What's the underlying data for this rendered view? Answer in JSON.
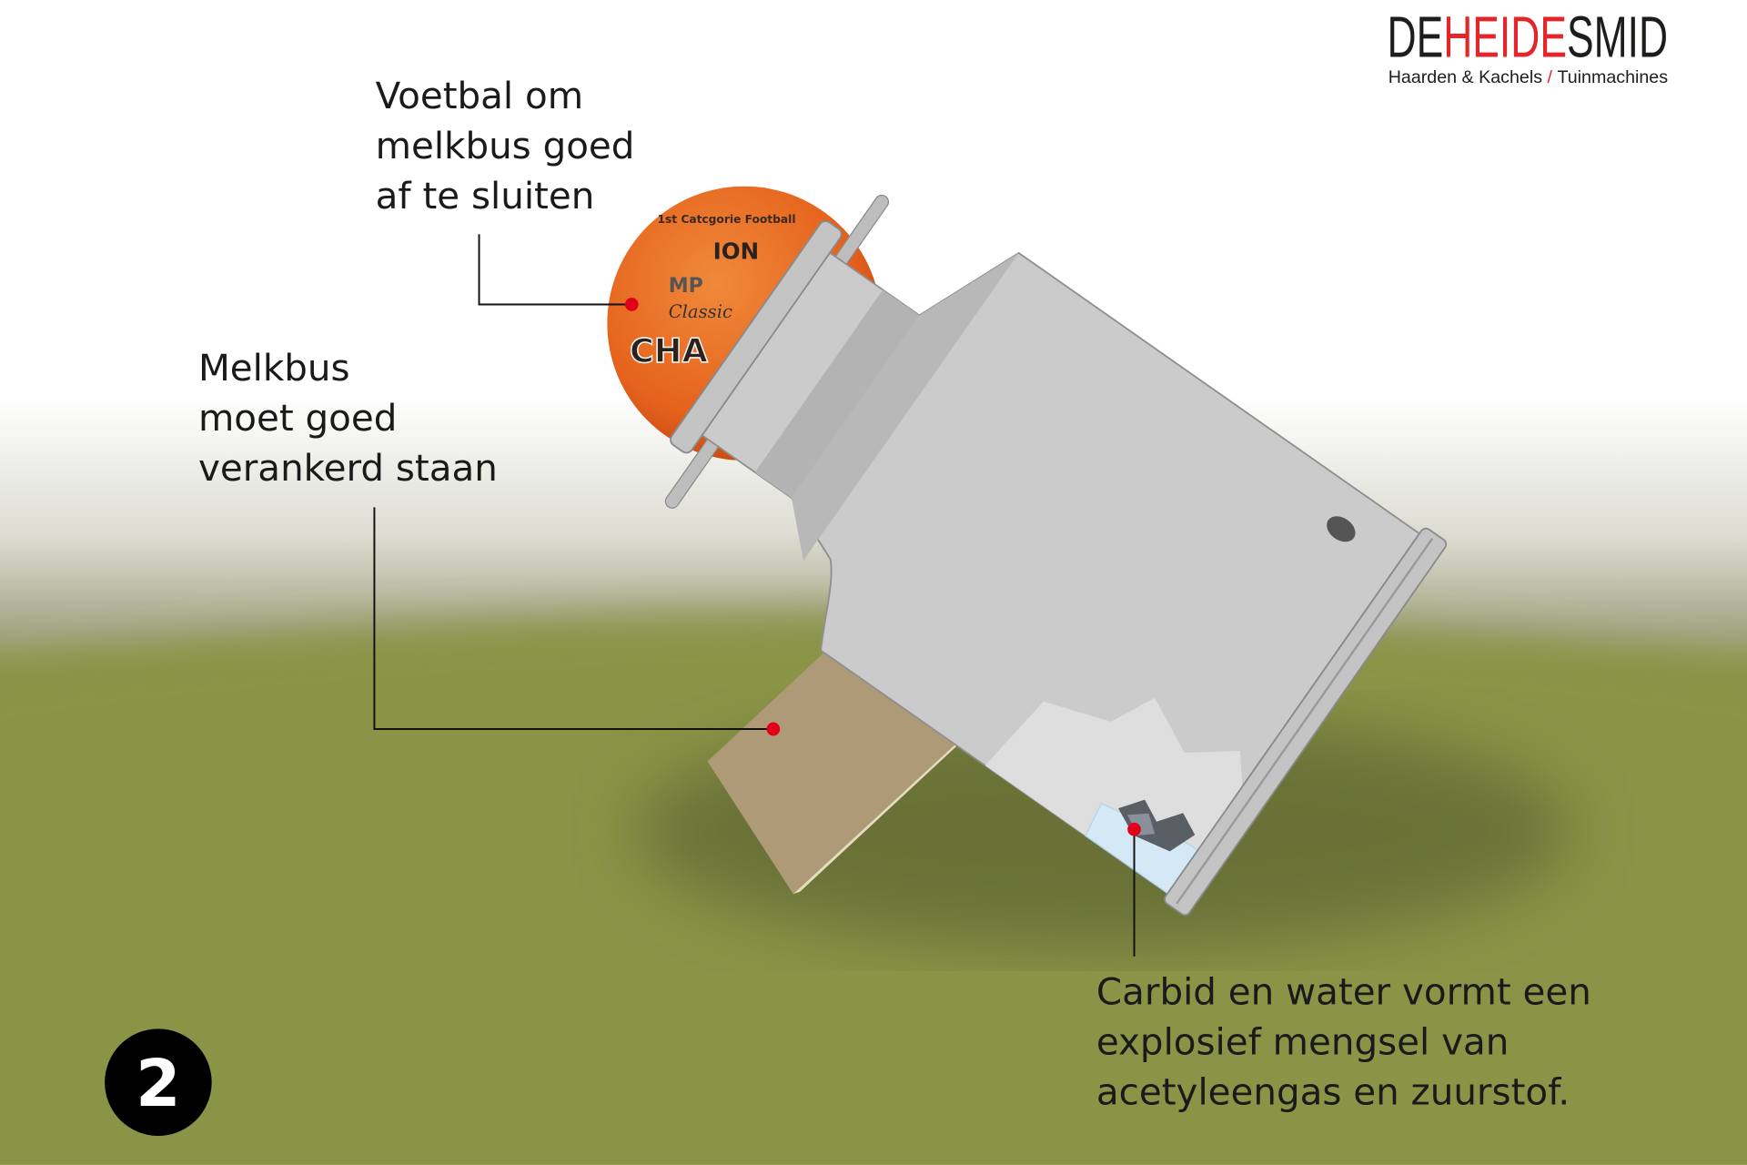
{
  "logo": {
    "part1": "DE",
    "part2": "HEIDE",
    "part3": "SMID",
    "tagline_left": "Haarden & Kachels",
    "tagline_sep": "/",
    "tagline_right": "Tuinmachines",
    "accent_color": "#e3262a"
  },
  "labels": {
    "ball": [
      "Voetbal om",
      "melkbus goed",
      "af te sluiten"
    ],
    "can": [
      "Melkbus",
      "moet goed",
      "verankerd staan"
    ],
    "carbid": [
      "Carbid en water vormt een",
      "explosief mengsel van",
      "acetyleengas en zuurstof."
    ]
  },
  "ball_print": {
    "top": "1st Catcgorie Football",
    "word1": "CHA",
    "word2": "MP",
    "word3": "ION",
    "script": "Classic"
  },
  "step_number": "2",
  "colors": {
    "grass": "#8a9447",
    "can": "#cbcbcb",
    "ball": "#e8661e",
    "marker": "#e3001b",
    "board": "#ae9a77"
  }
}
